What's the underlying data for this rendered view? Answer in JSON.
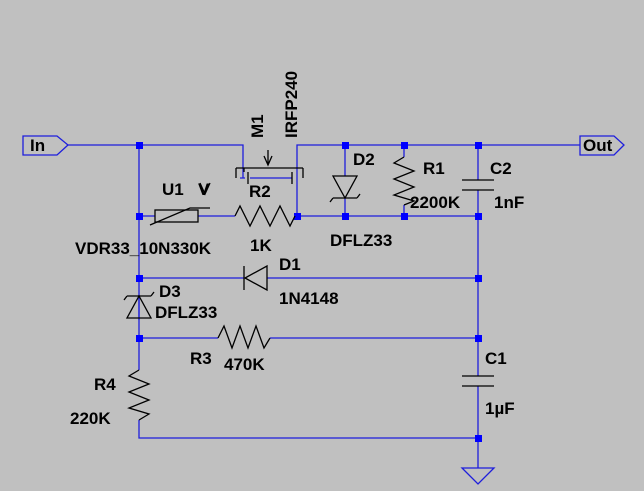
{
  "ports": {
    "input": "In",
    "output": "Out"
  },
  "components": {
    "m1": {
      "ref": "M1",
      "value": "IRFP240"
    },
    "u1": {
      "ref": "U1",
      "value": "VDR33_10N330K",
      "marker": "V"
    },
    "r2": {
      "ref": "R2",
      "value": "1K"
    },
    "d2": {
      "ref": "D2",
      "value": "DFLZ33"
    },
    "r1": {
      "ref": "R1",
      "value": "2200K"
    },
    "c2": {
      "ref": "C2",
      "value": "1nF"
    },
    "d1": {
      "ref": "D1",
      "value": "1N4148"
    },
    "d3": {
      "ref": "D3",
      "value": "DFLZ33"
    },
    "r3": {
      "ref": "R3",
      "value": "470K"
    },
    "c1": {
      "ref": "C1",
      "value": "1µF"
    },
    "r4": {
      "ref": "R4",
      "value": "220K"
    }
  },
  "colors": {
    "background": "#c0c0c0",
    "wire": "#1e1edc",
    "junction": "#0000ff",
    "component": "#000000"
  }
}
